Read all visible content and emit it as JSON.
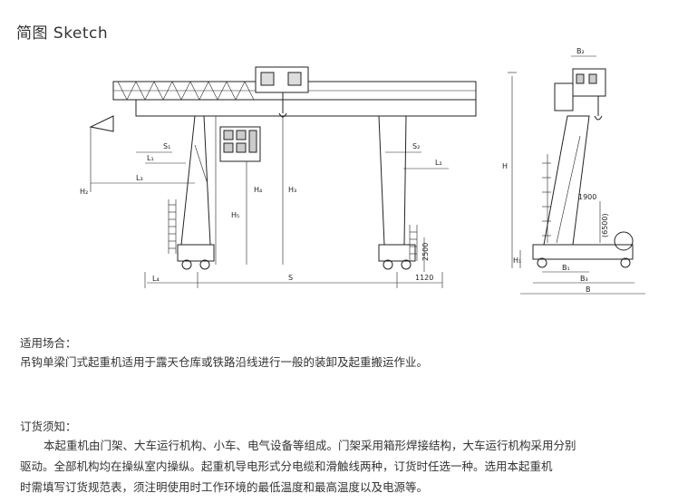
{
  "heading": "简图 Sketch",
  "diagram_labels": {
    "s1": "S₁",
    "s2": "S₂",
    "l1": "L₁",
    "l2": "L₂",
    "l3": "L₃",
    "l4": "L₄",
    "h2": "H₂",
    "h4": "H₄",
    "h5": "H₅",
    "h3": "H₃",
    "dim_2500": "2500",
    "s": "S",
    "dim_1120": "1120",
    "b2": "B₂",
    "h": "H",
    "dim_1900": "1900",
    "dim_6500": "(6500)",
    "h1": "H₁",
    "b1": "B₁",
    "b3": "B₃",
    "b": "B"
  },
  "application": {
    "title": "适用场合：",
    "text": "吊钩单梁门式起重机适用于露天仓库或铁路沿线进行一般的装卸及起重搬运作业。"
  },
  "ordering": {
    "title": "订货须知：",
    "line1": "本起重机由门架、大车运行机构、小车、电气设备等组成。门架采用箱形焊接结构，大车运行机构采用分别",
    "line2": "驱动。全部机构均在操纵室内操纵。起重机导电形式分电缆和滑触线两种，订货时任选一种。选用本起重机",
    "line3": "时需填写订货规范表，须注明使用时工作环境的最低温度和最高温度以及电源等。"
  }
}
